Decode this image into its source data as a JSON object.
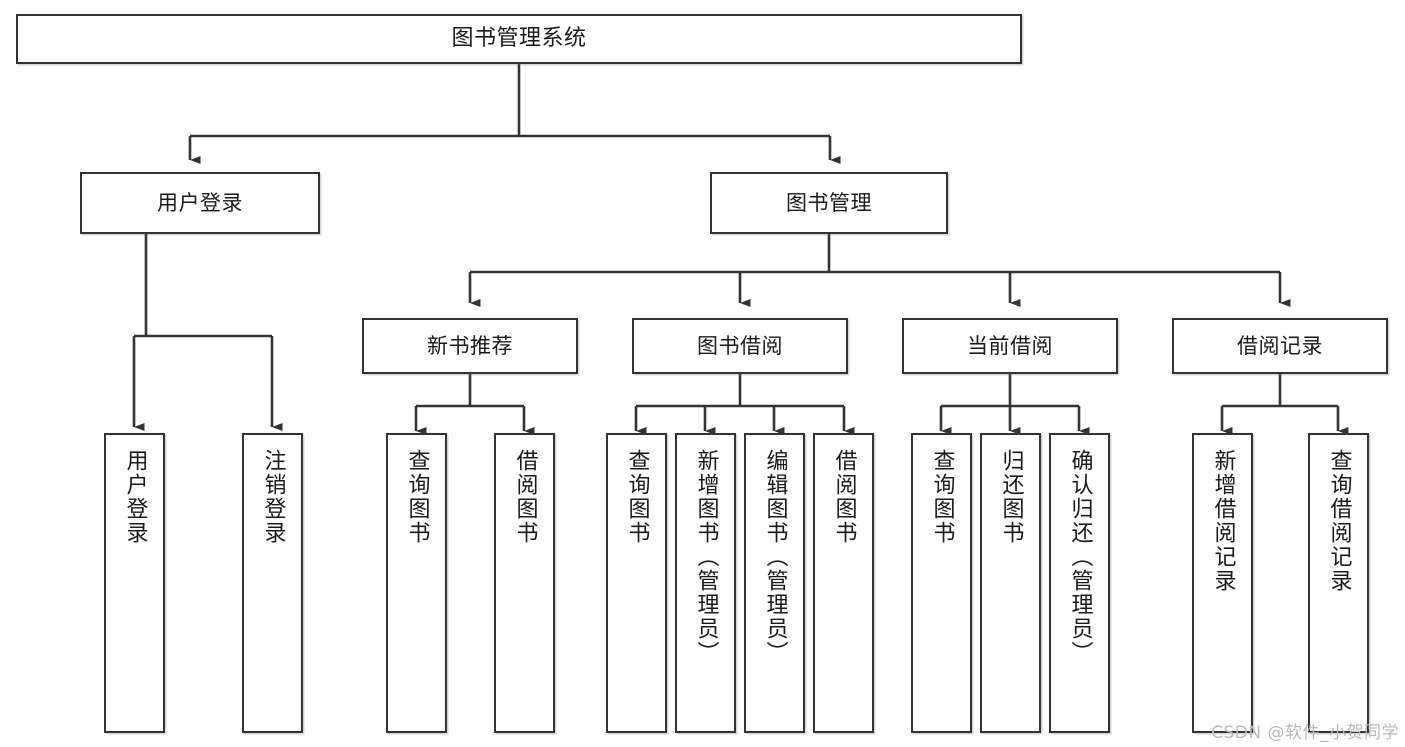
{
  "diagram": {
    "title": "图书管理系统",
    "type": "tree",
    "watermark": "CSDN @软件_小贺同学",
    "colors": {
      "stroke": "#333333",
      "fill": "#ffffff",
      "text": "#1a1a1a",
      "watermark": "#b9b9b9"
    },
    "nodes": {
      "root": {
        "label": "图书管理系统"
      },
      "level1": [
        {
          "id": "user-login",
          "label": "用户登录"
        },
        {
          "id": "book-manage",
          "label": "图书管理"
        }
      ],
      "level2": [
        {
          "id": "new-book-rec",
          "label": "新书推荐"
        },
        {
          "id": "book-borrow",
          "label": "图书借阅"
        },
        {
          "id": "current-borrow",
          "label": "当前借阅"
        },
        {
          "id": "borrow-record",
          "label": "借阅记录"
        }
      ],
      "leaves": {
        "user_login": [
          {
            "id": "leaf-user-login",
            "label": "用户登录"
          },
          {
            "id": "leaf-user-logout",
            "label": "注销登录"
          }
        ],
        "new_book_rec": [
          {
            "id": "leaf-query-book-1",
            "label": "查询图书"
          },
          {
            "id": "leaf-borrow-book-1",
            "label": "借阅图书"
          }
        ],
        "book_borrow": [
          {
            "id": "leaf-query-book-2",
            "label": "查询图书"
          },
          {
            "id": "leaf-add-book",
            "label": "新增图书（管理员）"
          },
          {
            "id": "leaf-edit-book",
            "label": "编辑图书（管理员）"
          },
          {
            "id": "leaf-borrow-book-2",
            "label": "借阅图书"
          }
        ],
        "current_borrow": [
          {
            "id": "leaf-query-book-3",
            "label": "查询图书"
          },
          {
            "id": "leaf-return-book",
            "label": "归还图书"
          },
          {
            "id": "leaf-confirm-return",
            "label": "确认归还（管理员）"
          }
        ],
        "borrow_record": [
          {
            "id": "leaf-add-record",
            "label": "新增借阅记录"
          },
          {
            "id": "leaf-query-record",
            "label": "查询借阅记录"
          }
        ]
      }
    }
  }
}
